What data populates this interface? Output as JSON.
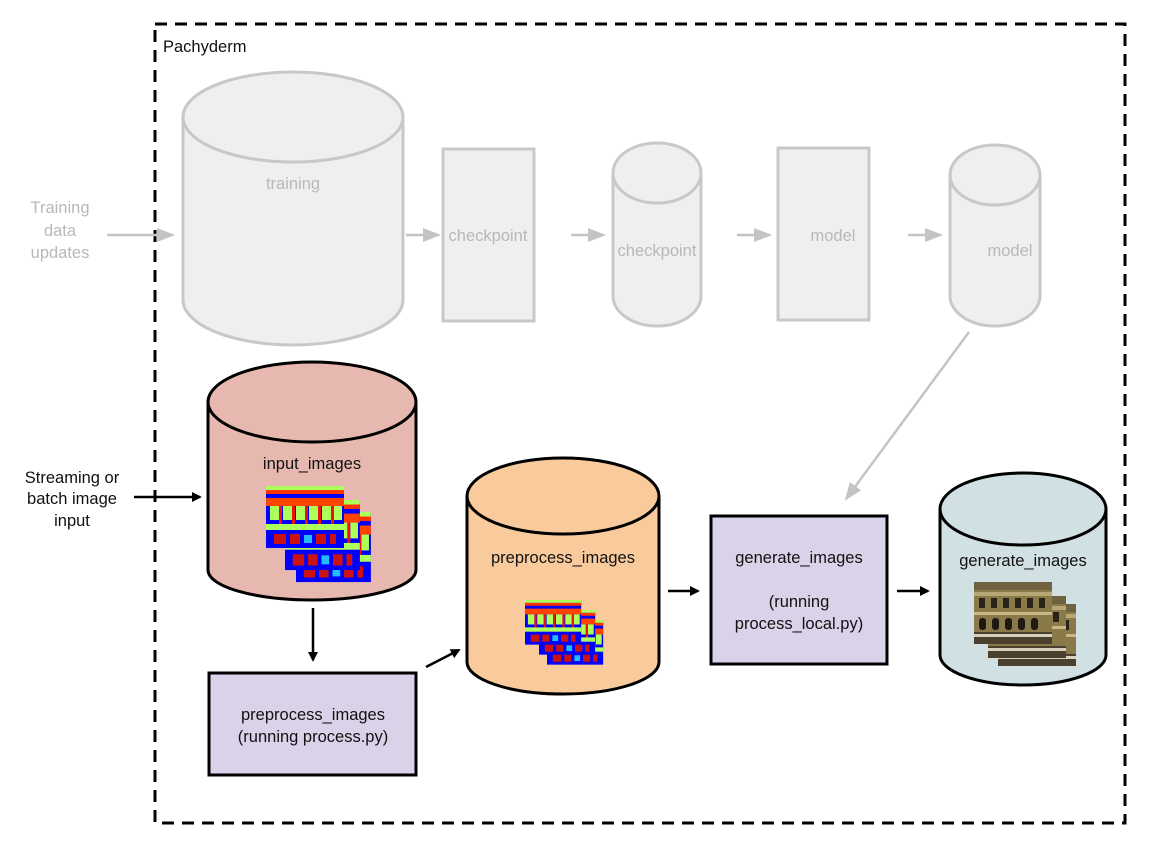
{
  "boundary": {
    "label": "Pachyderm"
  },
  "training_pipeline": {
    "external_input": [
      "Training",
      "data",
      "updates"
    ],
    "training_repo": "training",
    "checkpoint_step": "checkpoint",
    "checkpoint_repo": "checkpoint",
    "model_step": "model",
    "model_repo": "model"
  },
  "inference_pipeline": {
    "external_input": [
      "Streaming or",
      "batch image",
      "input"
    ],
    "input_repo": "input_images",
    "preprocess_step": [
      "preprocess_images",
      "(running process.py)"
    ],
    "preprocess_repo": "preprocess_images",
    "generate_step": [
      "generate_images",
      "",
      "(running",
      "process_local.py)"
    ],
    "generate_repo": "generate_images"
  },
  "colors": {
    "input_repo_fill": "#e6b8af",
    "preprocess_repo_fill": "#f9cb9c",
    "generate_repo_fill": "#d0e0e3",
    "step_fill": "#d9d2e9",
    "faded_fill": "#efefef",
    "faded_stroke": "#c8c8c8"
  }
}
